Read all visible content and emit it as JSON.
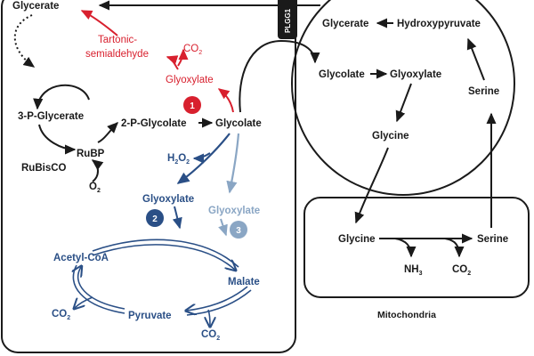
{
  "colors": {
    "black": "#1a1a1a",
    "red": "#d8202e",
    "dark_blue": "#2a4f86",
    "light_blue": "#8aa6c4"
  },
  "transporter": {
    "label": "PLGG1"
  },
  "chloroplast": {
    "glycerate": "Glycerate",
    "tartronic_line1": "Tartonic-",
    "tartronic_line2": "semialdehyde",
    "co2_red": "CO",
    "sub_2": "2",
    "glyoxylate_red": "Glyoxylate",
    "three_p_glycerate": "3-P-Glycerate",
    "two_p_glycolate": "2-P-Glycolate",
    "glycolate": "Glycolate",
    "rubp": "RuBP",
    "rubisco": "RuBisCO",
    "o2": "O",
    "h2o2": "H",
    "h2o2_o": "O",
    "glyoxylate_blue": "Glyoxylate",
    "glyoxylate_light": "Glyoxylate",
    "acetyl_coa": "Acetyl-CoA",
    "malate": "Malate",
    "pyruvate": "Pyruvate",
    "co2_left": "CO",
    "co2_bottom": "CO"
  },
  "badges": {
    "one": "1",
    "two": "2",
    "three": "3"
  },
  "peroxisome": {
    "glycerate": "Glycerate",
    "hydroxypyruvate": "Hydroxypyruvate",
    "glycolate": "Glycolate",
    "glyoxylate": "Glyoxylate",
    "glycine": "Glycine",
    "serine": "Serine"
  },
  "mitochondria": {
    "glycine": "Glycine",
    "serine": "Serine",
    "nh3": "NH",
    "nh3_sub": "3",
    "co2": "CO",
    "co2_sub": "2",
    "label": "Mitochondria"
  }
}
